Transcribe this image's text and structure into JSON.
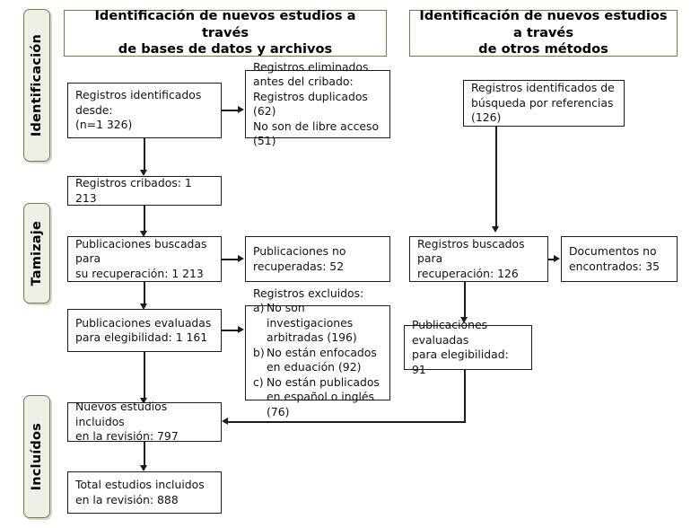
{
  "diagram": {
    "title": "PRISMA flow diagram",
    "background": "#ffffff",
    "accent_border": "#6f7d4c",
    "accent_fill": "#eef0e7",
    "node_border": "#1c1c1c"
  },
  "stages": [
    {
      "key": "identificacion",
      "label": "Identificación"
    },
    {
      "key": "tamizaje",
      "label": "Tamizaje"
    },
    {
      "key": "incluidos",
      "label": "Incluídos"
    }
  ],
  "headers": [
    {
      "key": "databases",
      "label": "Identificación de nuevos estudios a través\nde bases de datos y archivos"
    },
    {
      "key": "other-methods",
      "label": "Identificación de nuevos estudios a través\nde otros métodos"
    }
  ],
  "nodes": {
    "records_identified": "Registros identificados desde:\n(n=1 326)",
    "records_removed": "Registros eliminados\nantes del cribado:\nRegistros duplicados (62)\nNo son de libre acceso (51)",
    "records_identified_other": "Registros identificados de\nbúsqueda por referencias (126)",
    "records_screened": "Registros cribados: 1 213",
    "publications_sought": "Publicaciones buscadas para\nsu recuperación: 1 213",
    "publications_not_retrieved": "Publicaciones no\nrecuperadas: 52",
    "records_sought_other": "Registros buscados para\nrecuperación: 126",
    "documents_not_found": "Documentos no\nencontrados: 35",
    "publications_assessed": "Publicaciones evaluadas\npara elegibilidad: 1 161",
    "publications_assessed_other": "Publicaciones evaluadas\npara elegibilidad: 91",
    "new_studies_included": "Nuevos estudios incluidos\nen la revisión: 797",
    "total_studies_included": "Total estudios incluidos\nen la revisión: 888"
  },
  "excluded": {
    "lead": "Registros excluidos:",
    "items": [
      {
        "marker": "a)",
        "text": "No son investigaciones\narbitradas (196)"
      },
      {
        "marker": "b)",
        "text": "No están enfocados\nen eduación (92)"
      },
      {
        "marker": "c)",
        "text": "No están publicados\nen español o inglés (76)"
      }
    ]
  },
  "chart_data": {
    "type": "diagram",
    "title": "Diagrama de flujo PRISMA",
    "stages": [
      "Identificación",
      "Tamizaje",
      "Incluídos"
    ],
    "counts": {
      "registros_identificados_bases_de_datos": 1326,
      "registros_duplicados_eliminados": 62,
      "no_son_de_libre_acceso_eliminados": 51,
      "registros_cribados": 1213,
      "publicaciones_buscadas_para_recuperacion": 1213,
      "publicaciones_no_recuperadas": 52,
      "publicaciones_evaluadas_para_elegibilidad": 1161,
      "excluidos_no_son_investigaciones_arbitradas": 196,
      "excluidos_no_estan_enfocados_en_educacion": 92,
      "excluidos_no_estan_publicados_en_espanol_o_ingles": 76,
      "registros_identificados_por_referencias": 126,
      "registros_buscados_para_recuperacion_otros": 126,
      "documentos_no_encontrados": 35,
      "publicaciones_evaluadas_para_elegibilidad_otros": 91,
      "nuevos_estudios_incluidos_en_la_revision": 797,
      "total_estudios_incluidos_en_la_revision": 888
    }
  }
}
